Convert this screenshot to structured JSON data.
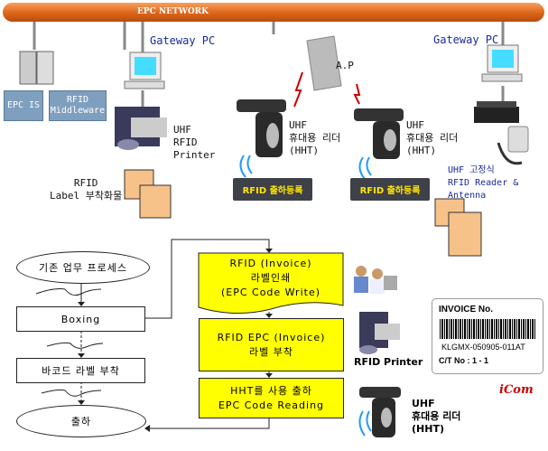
{
  "network": {
    "label": "EPC NETWORK",
    "color": "#e06a1a"
  },
  "top": {
    "epc_is": "EPC IS",
    "middleware": [
      "RFID",
      "Middleware"
    ],
    "gateway_left": "Gateway PC",
    "gateway_right": "Gateway PC",
    "printer_label": [
      "UHF",
      "RFID",
      "Printer"
    ],
    "cargo_label": [
      "RFID",
      "Label 부착화물"
    ],
    "ap_label": "A.P",
    "hht_label": [
      "UHF",
      "휴대용 리더",
      "(HHT)"
    ],
    "register_button": "RFID 출하등록",
    "fixed_reader": [
      "UHF 고정식",
      "RFID Reader & Antenna"
    ]
  },
  "flow": {
    "existing_process": "기존 업무 프로세스",
    "boxing": "Boxing",
    "barcode": "바코드 라벨 부착",
    "ship": "출하",
    "step1": [
      "RFID (Invoice)",
      "라벨인쇄",
      "(EPC Code Write)"
    ],
    "step2": [
      "RFID EPC (Invoice)",
      "라벨 부착"
    ],
    "step3": [
      "HHT를 사용 출하",
      "EPC Code Reading"
    ]
  },
  "side": {
    "printer_caption": "RFID Printer",
    "invoice_title": "INVOICE No.",
    "invoice_number": "KLGMX-050905-011AT",
    "carton_no": "C/T No : 1 - 1",
    "logo": "iCom",
    "hht_label": [
      "UHF",
      "휴대용 리더",
      "(HHT)"
    ]
  }
}
